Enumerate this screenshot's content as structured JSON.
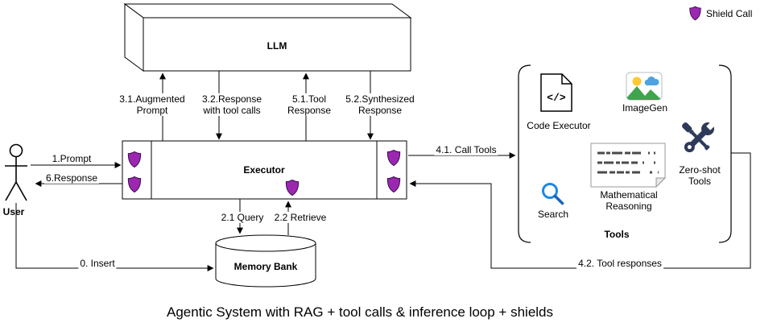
{
  "caption": "Agentic System with RAG + tool calls & inference loop + shields",
  "legend": {
    "shield_label": "Shield Call"
  },
  "nodes": {
    "llm": "LLM",
    "executor": "Executor",
    "user": "User",
    "memory_bank": "Memory Bank",
    "tools_group": "Tools"
  },
  "tools": {
    "code_executor": "Code Executor",
    "code_glyph": "</>",
    "imagegen": "ImageGen",
    "search": "Search",
    "math_reasoning": "Mathematical\nReasoning",
    "zero_shot": "Zero-shot\nTools"
  },
  "edges": {
    "insert": "0. Insert",
    "prompt": "1.Prompt",
    "query": "2.1 Query",
    "retrieve": "2.2 Retrieve",
    "augmented_prompt": "3.1.Augmented\nPrompt",
    "response_tool_calls": "3.2.Response\nwith tool calls",
    "call_tools": "4.1. Call Tools",
    "tool_responses": "4.2. Tool responses",
    "tool_response": "5.1.Tool\nResponse",
    "synthesized_response": "5.2.Synthesized\nResponse",
    "response": "6.Response"
  },
  "icons": {
    "shield": "purple-shield",
    "code_executor": "code-file",
    "imagegen": "picture",
    "search": "magnifier",
    "math_reasoning": "formula-document",
    "zero_shot": "crossed-tools",
    "user": "stick-figure",
    "memory_bank": "database-cylinder"
  },
  "colors": {
    "shield_fill": "#9C27B0",
    "shield_stroke": "#3A0E4F",
    "search_blue": "#1E88E5",
    "tools_navy": "#2E3A59",
    "line": "#000000"
  }
}
